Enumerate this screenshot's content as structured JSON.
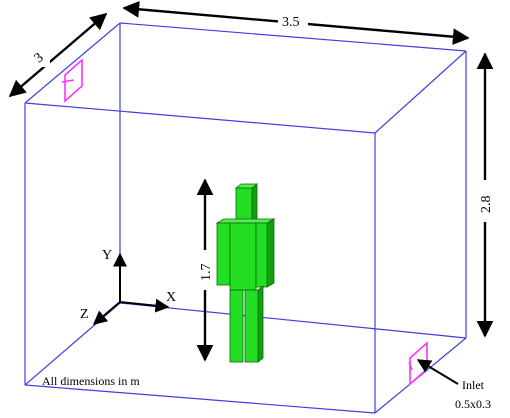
{
  "room": {
    "width_label": "3.5",
    "depth_label": "3",
    "height_label": "2.8"
  },
  "person": {
    "height_label": "1.7"
  },
  "axes": {
    "x_label": "X",
    "y_label": "Y",
    "z_label": "Z"
  },
  "note": "All dimensions in m",
  "inlet": {
    "label": "Inlet",
    "size": "0.5x0.3"
  },
  "colors": {
    "room_edges": "#3f3fe6",
    "vents": "#ff33ff",
    "person": "#22dd22",
    "dimension_arrows": "#000000"
  }
}
